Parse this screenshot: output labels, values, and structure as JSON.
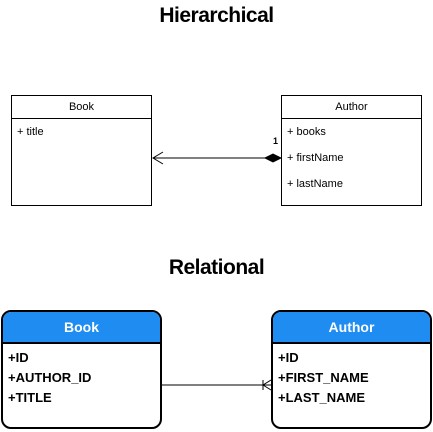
{
  "titles": {
    "hierarchical": "Hierarchical",
    "relational": "Relational"
  },
  "uml": {
    "book": {
      "name": "Book",
      "attributes": [
        "+ title"
      ]
    },
    "author": {
      "name": "Author",
      "attributes": [
        "+ books",
        "+ firstName",
        "+ lastName"
      ]
    },
    "association": {
      "multiplicity": "1",
      "source_end": "filled-diamond",
      "target_end": "open-arrow"
    }
  },
  "er": {
    "book": {
      "name": "Book",
      "attributes": [
        "+ID",
        "+AUTHOR_ID",
        "+TITLE"
      ]
    },
    "author": {
      "name": "Author",
      "attributes": [
        "+ID",
        "+FIRST_NAME",
        "+LAST_NAME"
      ]
    },
    "relationship": {
      "book_end": "one",
      "author_end": "one-or-many"
    }
  },
  "colors": {
    "er_header": "#1e8cf0",
    "stroke": "#000000"
  }
}
